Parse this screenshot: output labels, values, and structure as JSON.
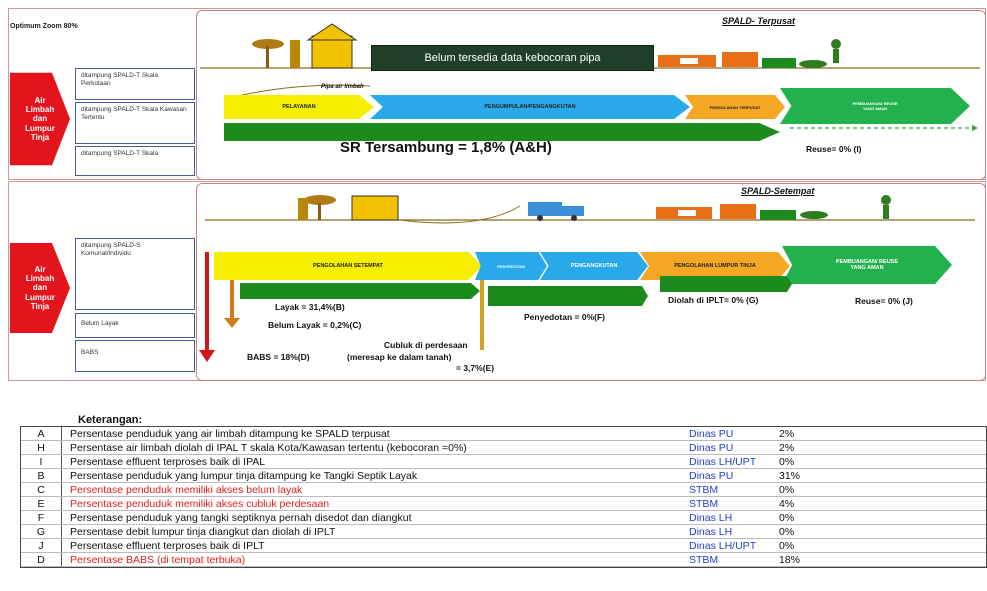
{
  "zoom_note": "Optimum Zoom 80%",
  "notice": "Belum tersedia data kebocoran pipa",
  "top": {
    "title": "SPALD- Terpusat",
    "side_label": "Air Limbah dan Lumpur Tinja",
    "boxes": [
      "ditampung SPALD-T Skala Perkotaan",
      "ditampung SPALD-T Skala Kawasan Tertentu",
      "ditampung SPALD-T Skala"
    ],
    "pipe_label": "Pipa air limbah",
    "stages": [
      "PELAYANAN",
      "PENGUMPULAN/PENGANGKUTAN",
      "PENGOLAHAN TERPUSAT",
      "PEMBUANGAN/ REUSE YANG AMAN"
    ],
    "sr_label": "SR Tersambung = 1,8% (A&H)",
    "reuse_label": "Reuse= 0% (I)"
  },
  "bottom": {
    "title": "SPALD-Setempat",
    "side_label": "Air Limbah dan Lumpur Tinja",
    "boxes": [
      "ditampung SPALD-S Komunal/Individu",
      "Belum Layak",
      "BABS"
    ],
    "stages": [
      "PENGOLAHAN SETEMPAT",
      "PENYEDOTAN",
      "PENGANGKUTAN",
      "PENGOLAHAN LUMPUR TINJA",
      "PEMBUANGAN/ REUSE YANG AMAN"
    ],
    "layak": "Layak = 31,4%(B)",
    "belum_layak": "Belum Layak = 0,2%(C)",
    "babs": "BABS = 18%(D)",
    "cubluk_1": "Cubluk di perdesaan",
    "cubluk_2": "(meresap ke dalam tanah)",
    "cubluk_3": "= 3,7%(E)",
    "penyedotan": "Penyedotan = 0%(F)",
    "diolah": "Diolah di IPLT= 0% (G)",
    "reuse": "Reuse= 0% (J)"
  },
  "legend": {
    "title": "Keterangan:",
    "rows": [
      {
        "code": "A",
        "desc": "Persentase penduduk yang air limbah ditampung ke SPALD terpusat",
        "agency": "Dinas PU",
        "value": "2%",
        "red": false
      },
      {
        "code": "H",
        "desc": "Persentase  air limbah diolah di IPAL T skala Kota/Kawasan tertentu (kebocoran =0%)",
        "agency": "Dinas PU",
        "value": "2%",
        "red": false
      },
      {
        "code": "I",
        "desc": "Persentase  effluent  terproses baik di IPAL",
        "agency": "Dinas LH/UPT",
        "value": "0%",
        "red": false
      },
      {
        "code": "B",
        "desc": "Persentase penduduk yang lumpur tinja ditampung ke  Tangki Septik Layak",
        "agency": "Dinas PU",
        "value": "31%",
        "red": false
      },
      {
        "code": "C",
        "desc": "Persentase penduduk memiliki akses belum layak",
        "agency": "STBM",
        "value": "0%",
        "red": true
      },
      {
        "code": "E",
        "desc": "Persentase penduduk memiliki akses cubluk perdesaan",
        "agency": "STBM",
        "value": "4%",
        "red": true
      },
      {
        "code": "F",
        "desc": "Persentase penduduk yang tangki septiknya pernah disedot dan diangkut",
        "agency": "Dinas LH",
        "value": "0%",
        "red": false
      },
      {
        "code": "G",
        "desc": "Persentase debit lumpur tinja diangkut dan diolah di IPLT",
        "agency": "Dinas LH",
        "value": "0%",
        "red": false
      },
      {
        "code": "J",
        "desc": "Persentase effluent terproses baik di IPLT",
        "agency": "Dinas LH/UPT",
        "value": "0%",
        "red": false
      },
      {
        "code": "D",
        "desc": "Persentase BABS (di tempat terbuka)",
        "agency": "STBM",
        "value": "18%",
        "red": true
      }
    ]
  }
}
